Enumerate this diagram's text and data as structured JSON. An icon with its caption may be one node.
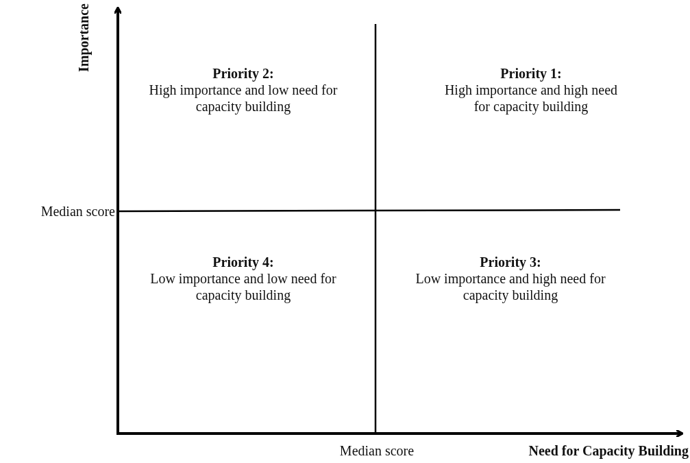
{
  "diagram": {
    "labels": [
      "Importance",
      "Priority 2:",
      "High importance and low need for capacity building",
      "Priority 1:",
      "High importance and high need for capacity building",
      "Median score",
      "Priority 4:",
      "Low importance and low need for capacity building",
      "Priority 3:",
      "Low importance and high need for capacity building",
      "Median score",
      "Need for Capacity Building"
    ]
  }
}
